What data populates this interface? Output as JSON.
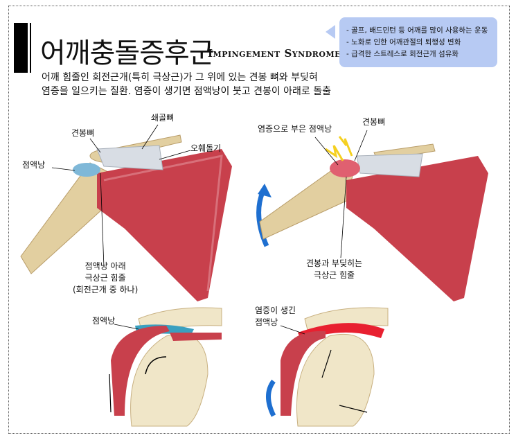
{
  "header": {
    "title": "어깨충돌증후군",
    "subtitle": "Impingement Syndrome",
    "description": [
      "어깨 힘줄인 회전근개(특히 극상근)가 그 위에 있는 견봉 뼈와 부딪혀",
      "염증을 일으키는 질환. 염증이 생기면 점액낭이 붓고 견봉이 아래로 돌출"
    ]
  },
  "causes": [
    "- 골프, 배드민턴 등 어깨를 많이 사용하는 운동",
    "- 노화로 인한 어깨관절의 퇴행성 변화",
    "- 급격한 스트레스로 회전근개 섬유화"
  ],
  "normal": {
    "clavicle": "쇄골뼈",
    "acromion": "견봉뼈",
    "coracoid": "오훼돌기",
    "bursa": "점액낭",
    "tendon": [
      "점액낭 아래",
      "극상근 힘줄",
      "(회전근개 중 하나)"
    ],
    "closeup_bursa": "점액낭"
  },
  "impinged": {
    "swollen_bursa": "염증으로 부은 점액낭",
    "acromion": "견봉뼈",
    "tendon": [
      "견봉과 부딪히는",
      "극상근 힘줄"
    ],
    "closeup_bursa": [
      "염증이 생긴",
      "점액낭"
    ]
  },
  "colors": {
    "muscle": "#c8404c",
    "bone": "#e8d8b0",
    "bursa": "#7fb8d8",
    "inflamed": "#e06070",
    "arrow": "#1e6fd0",
    "info_bg": "#b7caf3"
  }
}
